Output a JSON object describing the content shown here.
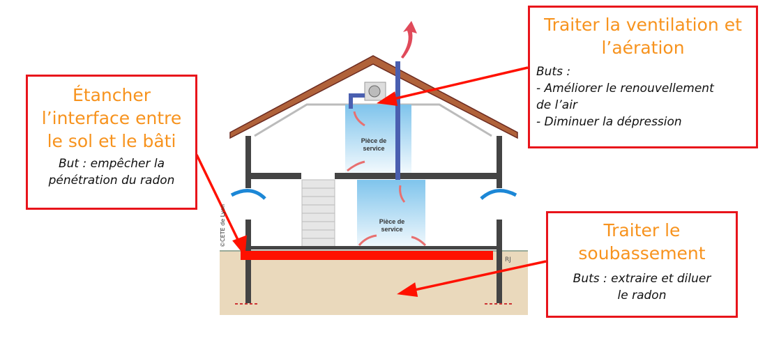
{
  "boxes": {
    "ventilation": {
      "title_1": "Traiter la ventilation et",
      "title_2": "l’aération",
      "goals_label": "Buts :",
      "goal_1": "- Améliorer le renouvellement",
      "goal_1b": "de l’air",
      "goal_2": "- Diminuer la dépression"
    },
    "interface": {
      "title_1": "Étancher",
      "title_2": "l’interface entre",
      "title_3": "le sol et le bâti",
      "goal_1": "But : empêcher la",
      "goal_2": "pénétration du radon"
    },
    "basement": {
      "title_1": "Traiter le",
      "title_2": "soubassement",
      "goal_1": "Buts : extraire et diluer",
      "goal_2": "le radon"
    }
  },
  "diagram": {
    "room_upper_1": "Pièce de",
    "room_upper_2": "service",
    "room_lower_1": "Pièce de",
    "room_lower_2": "service",
    "credit": "©CETE de Lyon",
    "signature": "RJ"
  },
  "colors": {
    "accent": "#e8141b",
    "title": "#f7931e"
  }
}
